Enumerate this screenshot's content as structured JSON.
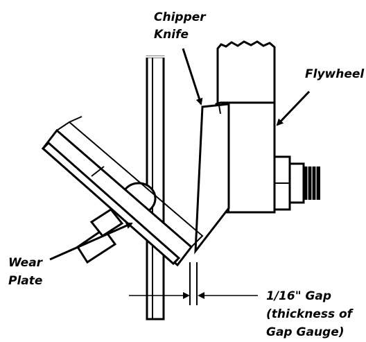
{
  "labels": {
    "chipper_knife_line1": "Chipper",
    "chipper_knife_line2": "Knife",
    "flywheel": "Flywheel",
    "wear_plate_line1": "Wear",
    "wear_plate_line2": "Plate",
    "gap_line1": "1/16\" Gap",
    "gap_line2": "(thickness of",
    "gap_line3": "Gap Gauge)"
  }
}
